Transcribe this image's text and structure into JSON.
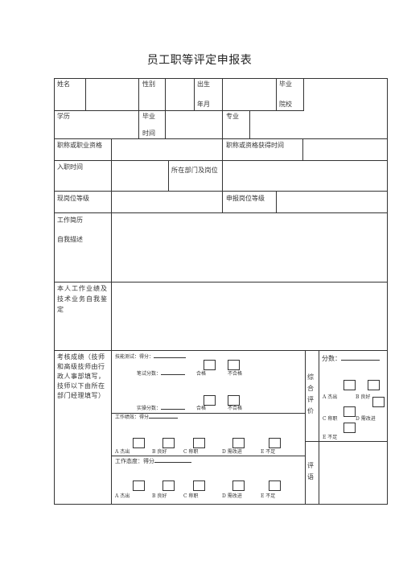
{
  "title": "员工职等评定申报表",
  "row1": {
    "name": "姓名",
    "gender": "性别",
    "birth_1": "出生",
    "birth_2": "年月",
    "school_1": "毕业",
    "school_2": "院校"
  },
  "row2": {
    "education": "学历",
    "grad_1": "毕业",
    "grad_2": "时间",
    "major": "专业"
  },
  "row3": {
    "title_qual": "职称或职业资格",
    "title_date": "职称或资格获得时间"
  },
  "row4": {
    "entry_time": "入职时间",
    "dept_position": "所在部门及岗位"
  },
  "row5": {
    "current_level": "现岗位等级",
    "apply_level": "申报岗位等级"
  },
  "row6": {
    "resume": "工作简历",
    "self_desc": "自我描述"
  },
  "row7": {
    "performance": "本人工作业绩及技术业务自我鉴定"
  },
  "review": {
    "label": "考核成绩（技师和高级技师由行政人事部填写，技师以下由所在部门经理填写）",
    "skill_test": "技能测试：得分：",
    "written_score": "笔试分数：",
    "practical_score": "实操分数：",
    "pass": "合格",
    "fail": "不合格",
    "work_perf": "工作绩效：得分",
    "work_attitude": "工作态度：得分",
    "grades": [
      "A 杰出",
      "B 良好",
      "C 称职",
      "D 需改进",
      "E 不足"
    ],
    "overall_label": "综合评价",
    "score": "分数：",
    "comment_label": "评语"
  }
}
